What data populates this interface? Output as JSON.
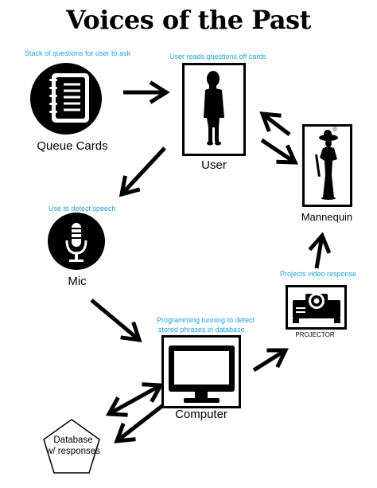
{
  "title": "Voices of the Past",
  "notes": {
    "queue": "Stack of questions for user to ask",
    "user": "User reads questions off cards",
    "speech": "Use to detect speech",
    "projector": "Projects video response",
    "computer_line1": "Programming tunning to detect",
    "computer_line2": "stored phrases in database"
  },
  "labels": {
    "queue_cards": "Queue Cards",
    "user": "User",
    "mannequin": "Mannequin",
    "mic": "Mic",
    "projector": "PROJECTOR",
    "computer": "Computer",
    "database_line1": "Database",
    "database_line2": "w/ responses"
  },
  "colors": {
    "note": "#1aa3d9",
    "ink": "#000000"
  },
  "icons": [
    "notebook-icon",
    "person-silhouette-icon",
    "lady-silhouette-icon",
    "microphone-icon",
    "projector-icon",
    "monitor-icon",
    "pentagon-icon"
  ]
}
